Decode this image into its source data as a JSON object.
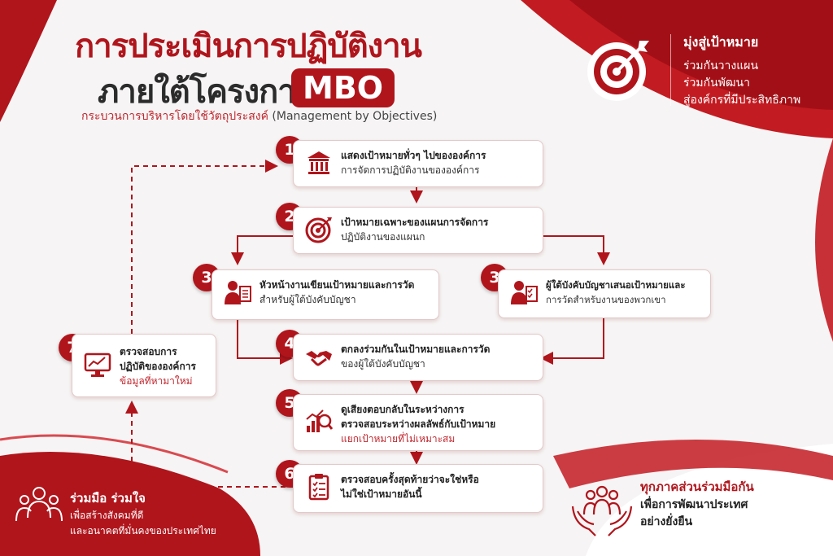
{
  "header": {
    "title_line1": "การประเมินการปฏิบัติงาน",
    "title_line2": "ภายใต้โครงการ",
    "badge": "MBO",
    "subtitle_th": "กระบวนการบริหารโดยใช้วัตถุประสงค์",
    "subtitle_en": "(Management by Objectives)"
  },
  "goal": {
    "heading": "มุ่งสู่เป้าหมาย",
    "lines": [
      "ร่วมกันวางแผน",
      "ร่วมกันพัฒนา",
      "สู่องค์กรที่มีประสิทธิภาพ"
    ]
  },
  "steps": [
    {
      "number": "1",
      "icon": "organization-icon",
      "line1": "แสดงเป้าหมายทั่วๆ ไปขององค์การ",
      "line2": "การจัดการปฏิบัติงานขององค์การ"
    },
    {
      "number": "2",
      "icon": "target-icon",
      "line1": "เป้าหมายเฉพาะของแผนการจัดการ",
      "line2": "ปฏิบัติงานของแผนก"
    },
    {
      "number": "3",
      "icon": "manager-document-icon",
      "line1": "หัวหน้างานเขียนเป้าหมายและการวัด",
      "line2": "สำหรับผู้ใต้บังคับบัญชา"
    },
    {
      "number": "3",
      "icon": "subordinate-checklist-icon",
      "line1": "ผู้ใต้บังคับบัญชาเสนอเป้าหมายและ",
      "line2": "การวัดสำหรับงานของพวกเขา"
    },
    {
      "number": "4",
      "icon": "handshake-icon",
      "line1": "ตกลงร่วมกันในเป้าหมายและการวัด",
      "line2": "ของผู้ใต้บังคับบัญชา"
    },
    {
      "number": "5",
      "icon": "chart-magnifier-icon",
      "line1": "ดูเสียงตอบกลับในระหว่างการ",
      "line2": "ตรวจสอบระหว่างผลลัพธ์กับเป้าหมาย",
      "line3": "แยกเป้าหมายที่ไม่เหมาะสม"
    },
    {
      "number": "6",
      "icon": "clipboard-icon",
      "line1": "ตรวจสอบครั้งสุดท้ายว่าจะใช่หรือ",
      "line2": "ไม่ใช่เป้าหมายอันนี้"
    },
    {
      "number": "7",
      "icon": "monitor-chart-icon",
      "line1": "ตรวจสอบการ",
      "line2": "ปฏิบัติขององค์การ",
      "line3": "ข้อมูลที่หามาใหม่"
    }
  ],
  "bottom_left": {
    "heading": "ร่วมมือ ร่วมใจ",
    "lines": [
      "เพื่อสร้างสังคมที่ดี",
      "และอนาคตที่มั่นคงของประเทศไทย"
    ]
  },
  "bottom_right": {
    "heading": "ทุกภาคส่วนร่วมมือกัน",
    "lines": [
      "เพื่อการพัฒนาประเทศ",
      "อย่างยั่งยืน"
    ]
  },
  "colors": {
    "primary": "#b0151c",
    "accent": "#c0262d"
  }
}
